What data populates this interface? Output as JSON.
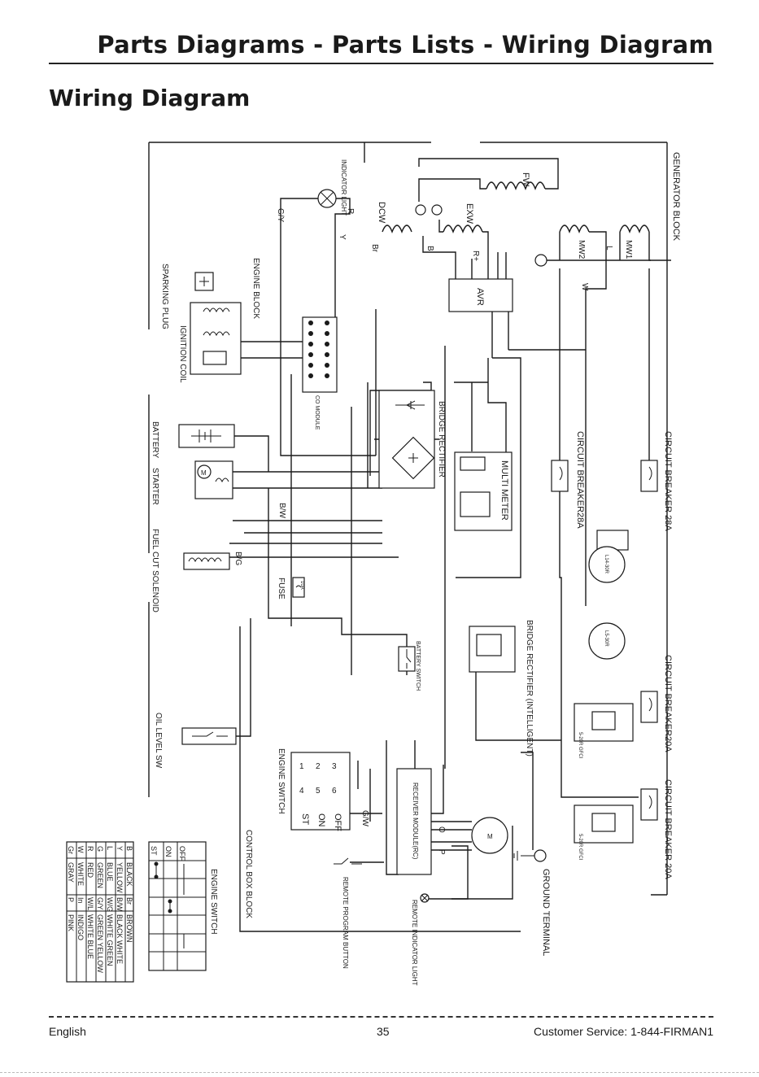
{
  "header": {
    "title": "Parts Diagrams - Parts Lists - Wiring Diagram"
  },
  "section": {
    "title": "Wiring Diagram"
  },
  "diagram": {
    "blocks": {
      "generator": "GENERATOR BLOCK",
      "engine": "ENGINE BLOCK",
      "control_box": "CONTROL BOX BLOCK"
    },
    "components": {
      "sparking_plug": "SPARKING PLUG",
      "ignition_coil": "IGNITION COIL",
      "battery": "BATTERY",
      "starter": "STARTER",
      "fuel_cut_solenoid": "FUEL CUT SOLENOID",
      "oil_level_sw": "OIL LEVEL SW",
      "indicator_light": "INDICATOR LIGHT",
      "co_module": "CO MODULE",
      "bridge_rectifier": "BRIDGE RECTIFIER",
      "bridge_rectifier_intelligent": "BRIDGE RECTIFIER (INTELLIGENT)",
      "multi_meter": "MULTI METER",
      "avr": "AVR",
      "fuse": "FUSE",
      "fuse_rating": "10A",
      "battery_switch": "BATTERY SWITCH",
      "engine_switch": "ENGINE SWITCH",
      "receiver_module": "RECEIVER MODULE(RC)",
      "remote_program_button": "REMOTE PROGRAM BUTTON",
      "remote_indicator_light": "REMOTE INDICATOR LIGHT",
      "ground_terminal": "GROUND TERMINAL",
      "circuit_breaker_28a_1": "CIRCUIT BREAKER28A",
      "circuit_breaker_28a_2": "CIRCUIT BREAKER 28A",
      "circuit_breaker_20a_1": "CIRCUIT BREAKER20A",
      "circuit_breaker_20a_2": "CIRCUIT BREAKER 20A",
      "outlet_l14": "L14-30R",
      "outlet_l5": "L5-30R",
      "gfci_1": "5-20R GFCI",
      "gfci_2": "5-20R GFCI",
      "motor": "M"
    },
    "windings": [
      "MW1",
      "MW2",
      "EXW",
      "FW",
      "DCW"
    ],
    "switch_states": {
      "on": "ON",
      "off": "OFF",
      "st": "ST"
    },
    "wire_labels": [
      "R",
      "Y",
      "G/Y",
      "B",
      "W",
      "Br",
      "B/W",
      "B/G",
      "R+",
      "L",
      "G/W",
      "O",
      "P"
    ],
    "engine_switch_table": {
      "title": "ENGINE SWITCH",
      "columns": [
        "1",
        "2",
        "3",
        "4",
        "5",
        "6"
      ],
      "rows": [
        "OFF",
        "ON",
        "ST"
      ]
    },
    "color_legend": [
      [
        "B",
        "BLACK",
        "Br",
        "BROWN"
      ],
      [
        "Y",
        "YELLOW",
        "B/W",
        "BLACK WHITE"
      ],
      [
        "L",
        "BLUE",
        "W/G",
        "WHITE GREEN"
      ],
      [
        "G",
        "GREEN",
        "G/Y",
        "GREEN YELLOW"
      ],
      [
        "R",
        "RED",
        "W/L",
        "WHITE BLUE"
      ],
      [
        "W",
        "WHITE",
        "In",
        "INDIGO"
      ],
      [
        "Gr",
        "GRAY",
        "P",
        "PINK"
      ]
    ]
  },
  "footer": {
    "left": "English",
    "page": "35",
    "right": "Customer Service: 1-844-FIRMAN1"
  }
}
